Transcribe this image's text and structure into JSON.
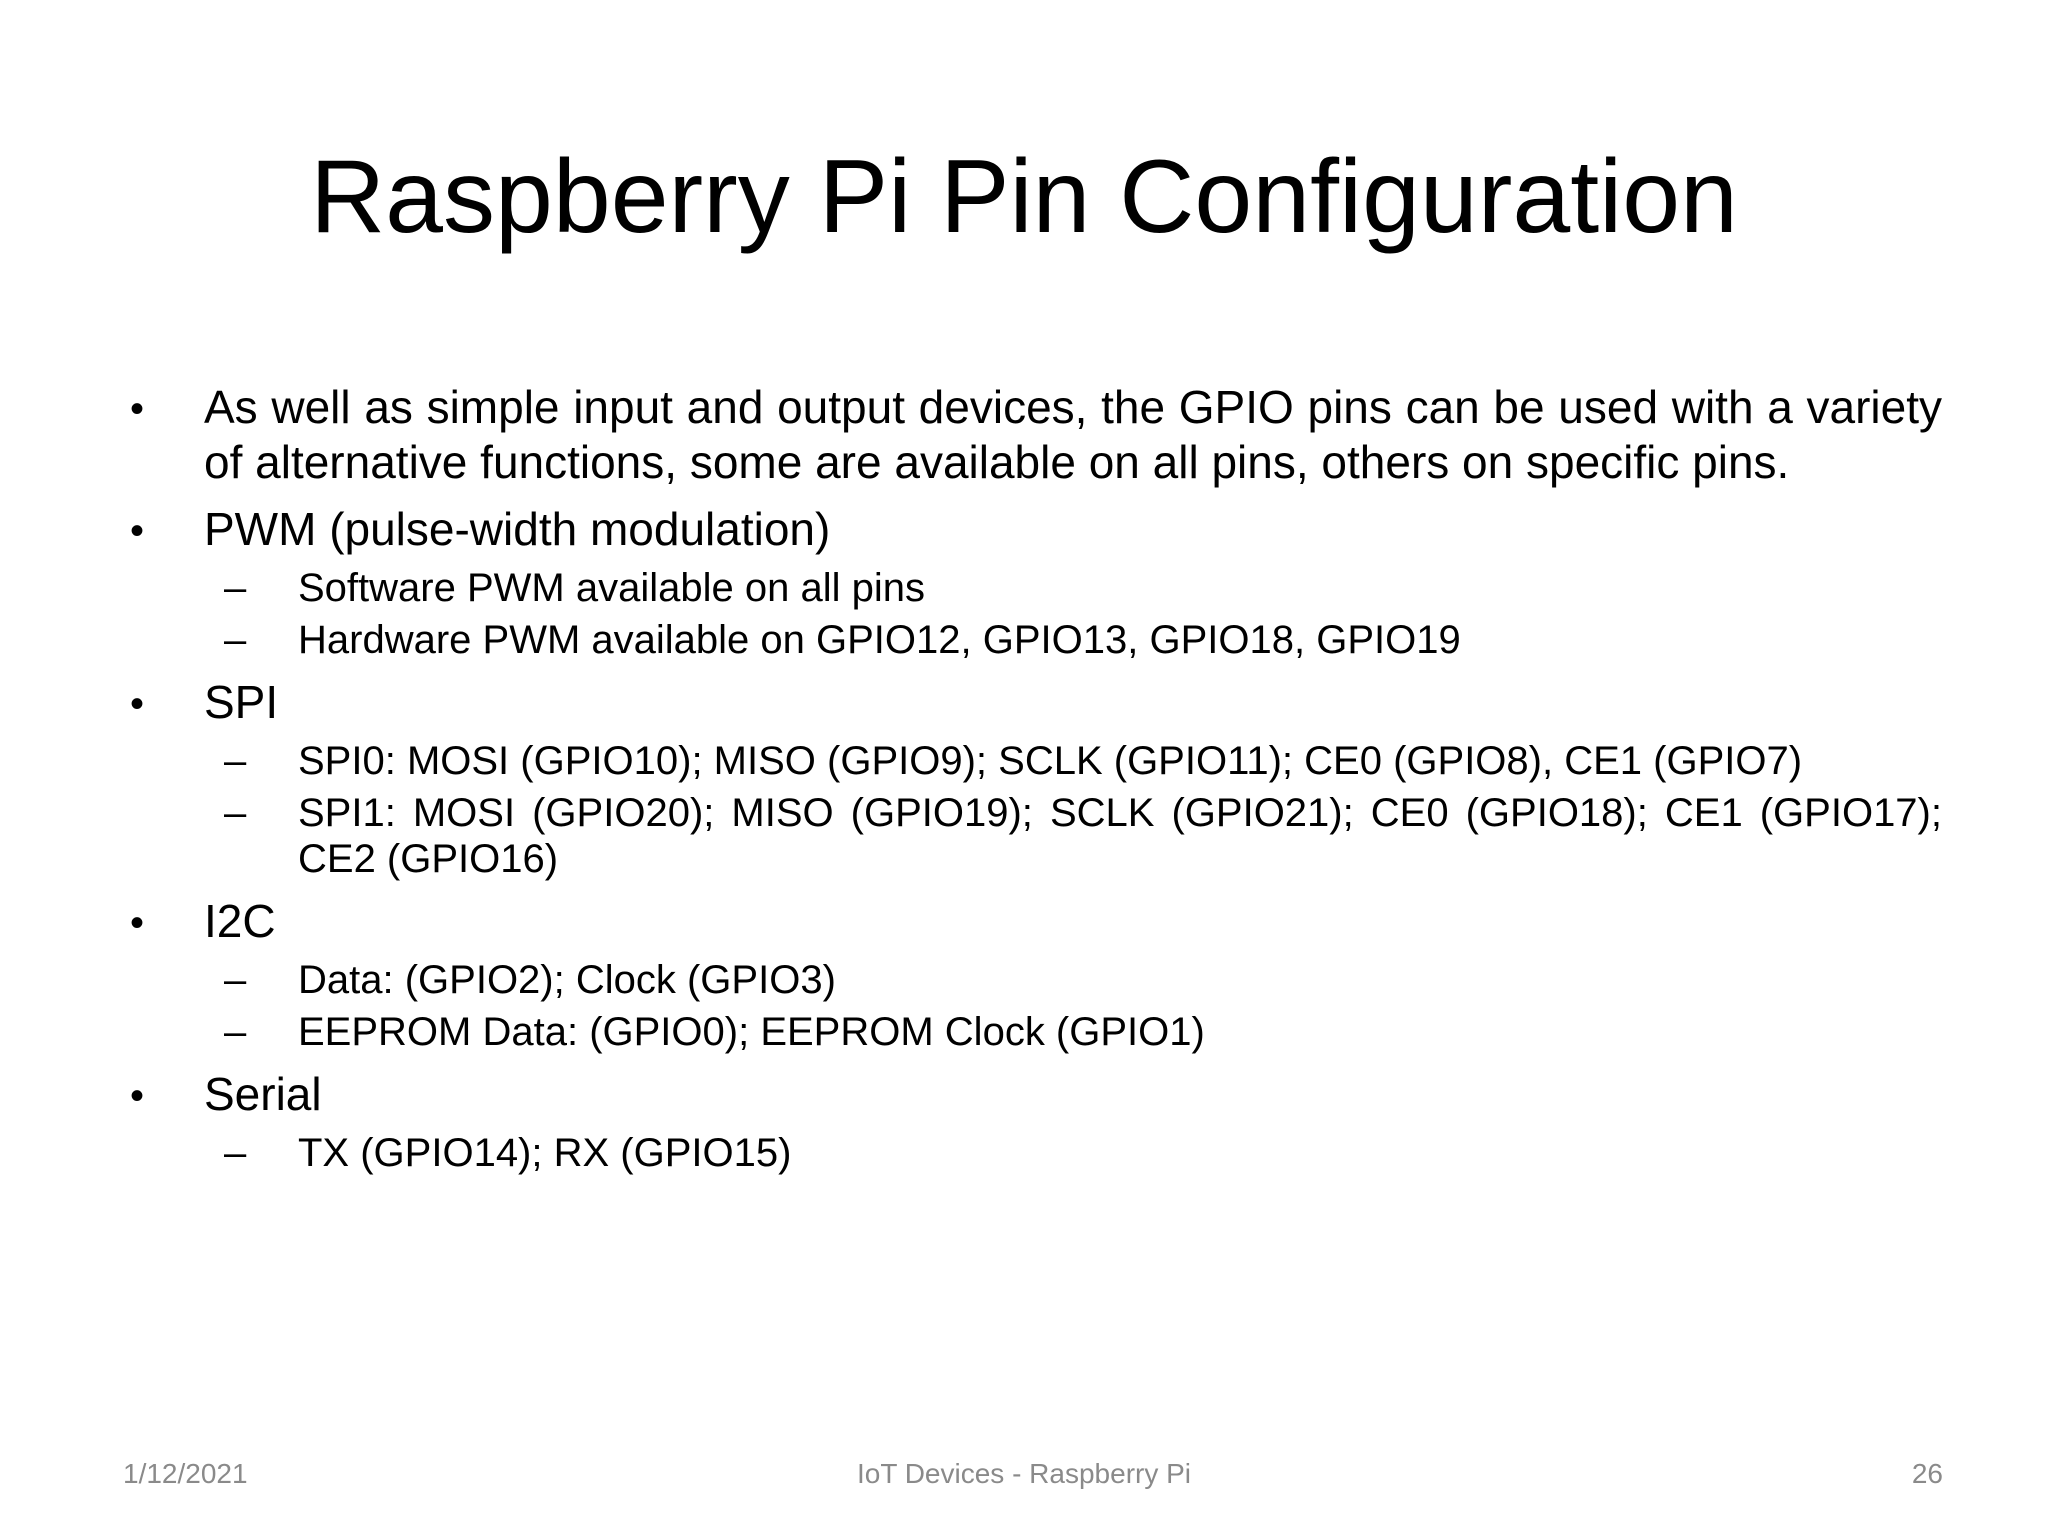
{
  "slide": {
    "title": "Raspberry Pi Pin Configuration",
    "bullet_symbol": "•",
    "dash_symbol": "–",
    "items": [
      {
        "text": "As well as simple input and output devices, the GPIO pins can be used with a variety of alternative functions, some are available on all pins, others on specific pins.",
        "sub": []
      },
      {
        "text": "PWM (pulse-width modulation)",
        "sub": [
          "Software PWM available on all pins",
          "Hardware PWM available on GPIO12, GPIO13, GPIO18, GPIO19"
        ]
      },
      {
        "text": "SPI",
        "sub": [
          "SPI0: MOSI (GPIO10); MISO (GPIO9); SCLK (GPIO11); CE0 (GPIO8), CE1 (GPIO7)",
          "SPI1: MOSI (GPIO20); MISO (GPIO19); SCLK (GPIO21); CE0 (GPIO18); CE1 (GPIO17); CE2 (GPIO16)"
        ]
      },
      {
        "text": "I2C",
        "sub": [
          "Data: (GPIO2); Clock (GPIO3)",
          "EEPROM Data: (GPIO0); EEPROM Clock (GPIO1)"
        ]
      },
      {
        "text": "Serial",
        "sub": [
          "TX (GPIO14); RX (GPIO15)"
        ]
      }
    ]
  },
  "footer": {
    "date": "1/12/2021",
    "center": "IoT Devices - Raspberry Pi",
    "page_number": "26"
  }
}
